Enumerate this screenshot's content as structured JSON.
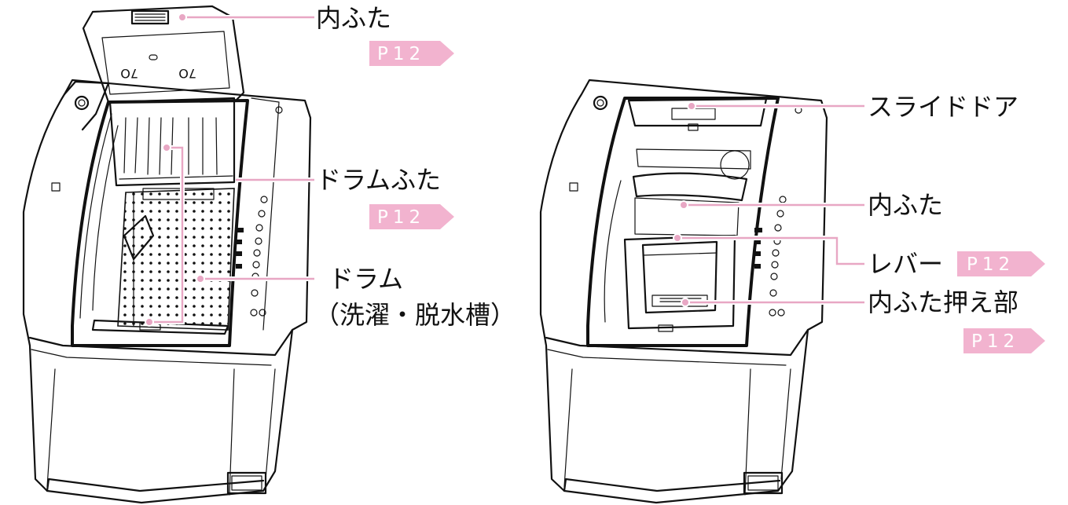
{
  "left_figure": {
    "callouts": [
      {
        "id": "inner-lid",
        "label": "内ふた",
        "page_ref": "P12"
      },
      {
        "id": "drum-lid",
        "label": "ドラムふた",
        "page_ref": "P12"
      },
      {
        "id": "drum",
        "label": "ドラム",
        "sub_label": "（洗濯・脱水槽）"
      }
    ]
  },
  "right_figure": {
    "callouts": [
      {
        "id": "slide-door",
        "label": "スライドドア"
      },
      {
        "id": "inner-lid",
        "label": "内ふた"
      },
      {
        "id": "lever",
        "label": "レバー",
        "page_ref": "P12"
      },
      {
        "id": "inner-lid-holder",
        "label": "内ふた押え部",
        "page_ref": "P12"
      }
    ]
  },
  "colors": {
    "accent": "#e8a7c4",
    "badge": "#f2b3cf",
    "line": "#111111"
  }
}
